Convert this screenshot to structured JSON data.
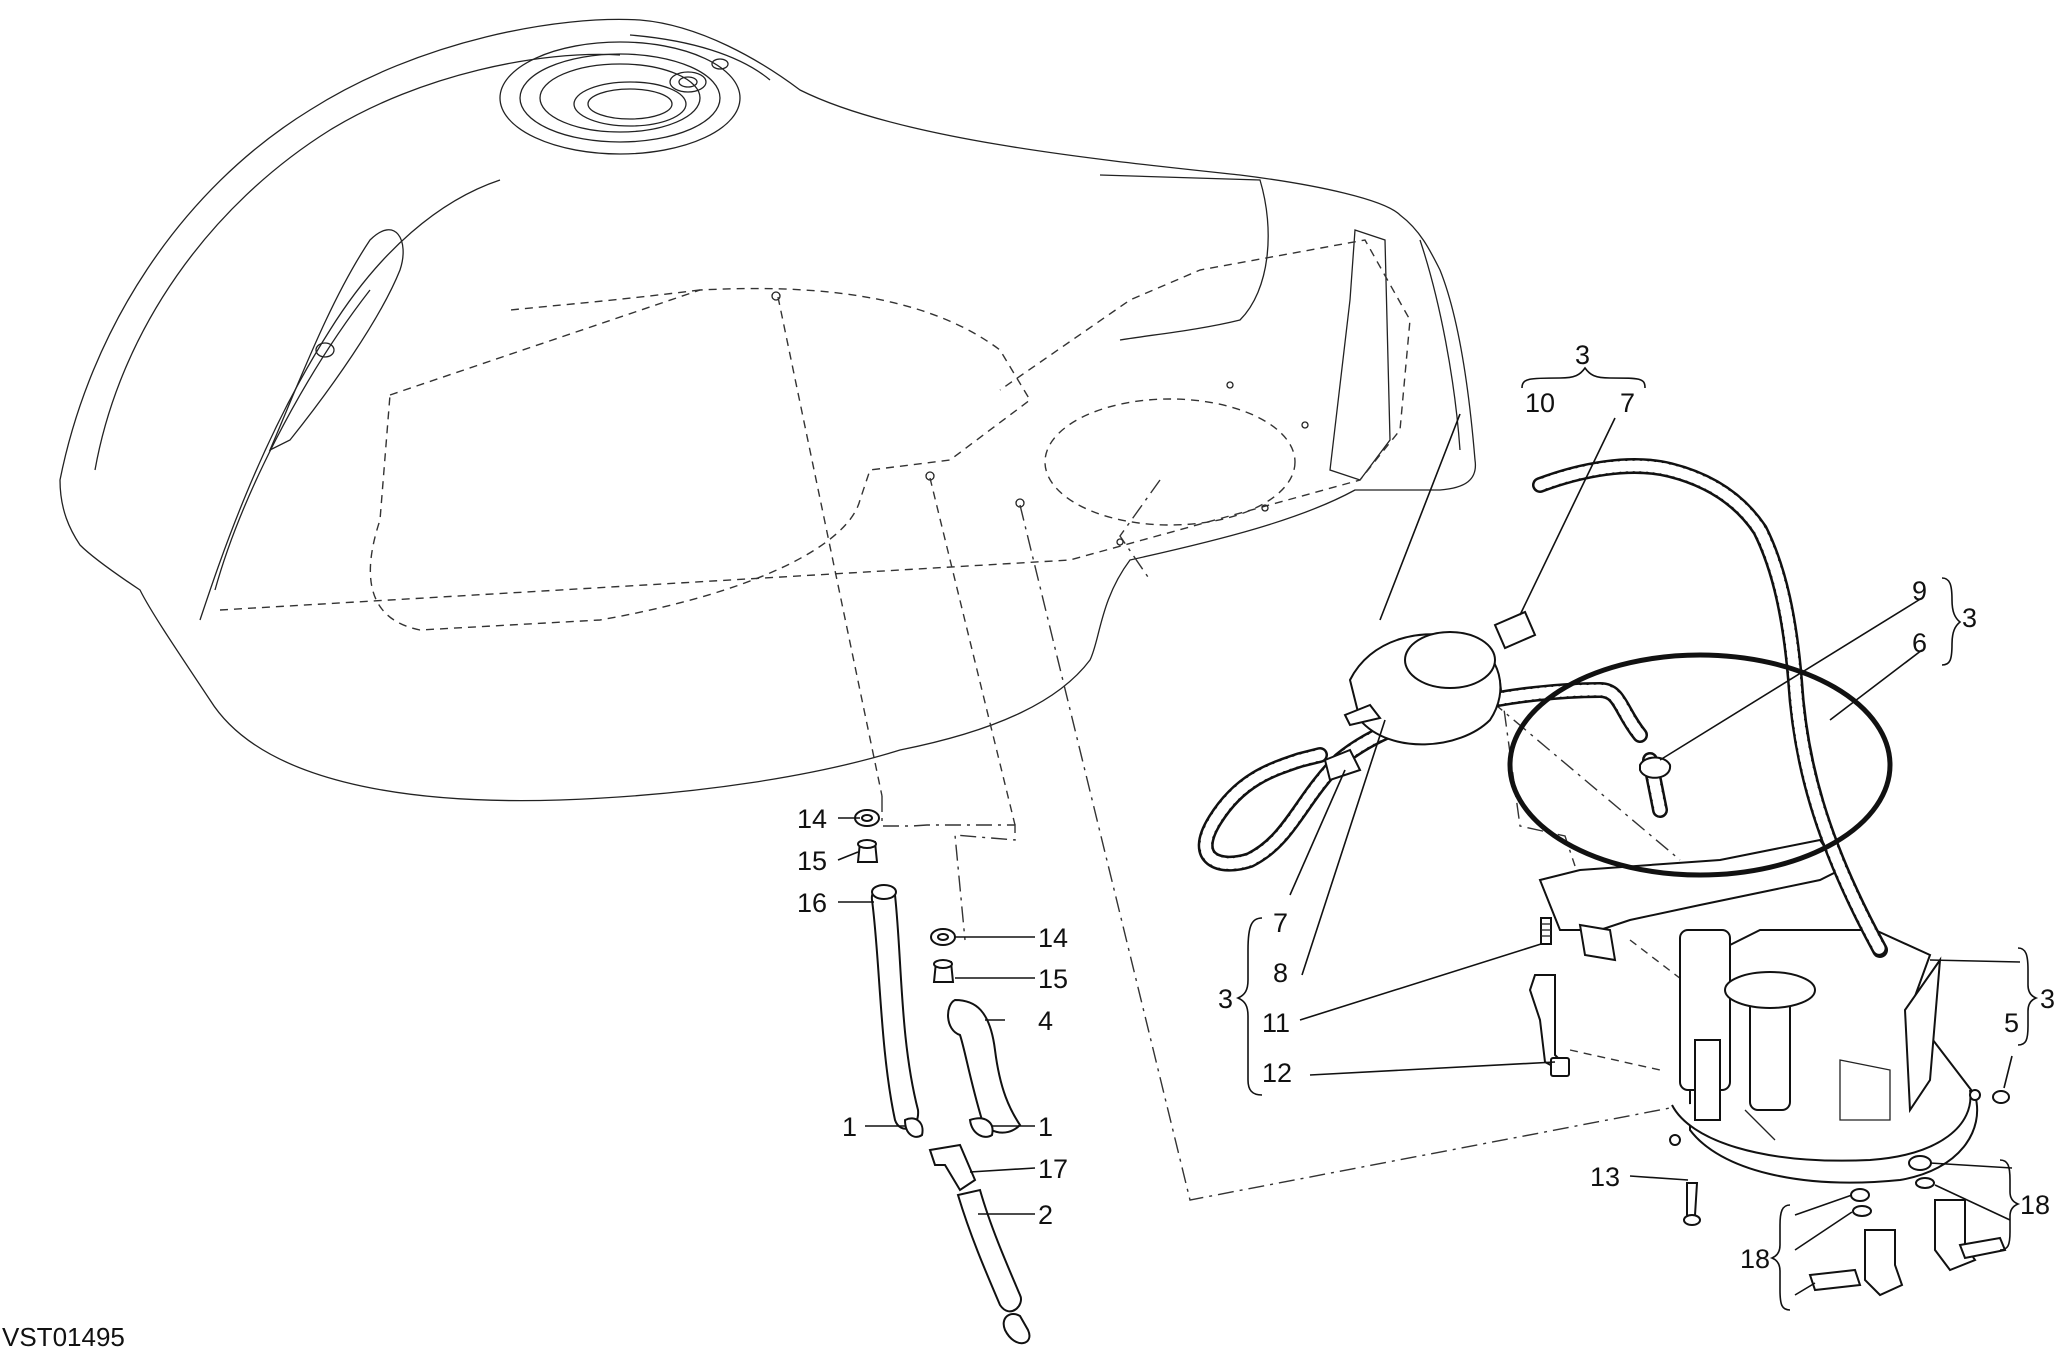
{
  "diagram_code": "VST01495",
  "callouts": {
    "c1a": "1",
    "c1b": "1",
    "c2": "2",
    "c3_top": "3",
    "c3_ring": "3",
    "c3_left": "3",
    "c3_right": "3",
    "c4": "4",
    "c5": "5",
    "c6": "6",
    "c7_top": "7",
    "c7_left": "7",
    "c8": "8",
    "c9": "9",
    "c10": "10",
    "c11": "11",
    "c12": "12",
    "c13": "13",
    "c14a": "14",
    "c14b": "14",
    "c15a": "15",
    "c15b": "15",
    "c16": "16",
    "c17": "17",
    "c18_right": "18",
    "c18_left": "18"
  }
}
